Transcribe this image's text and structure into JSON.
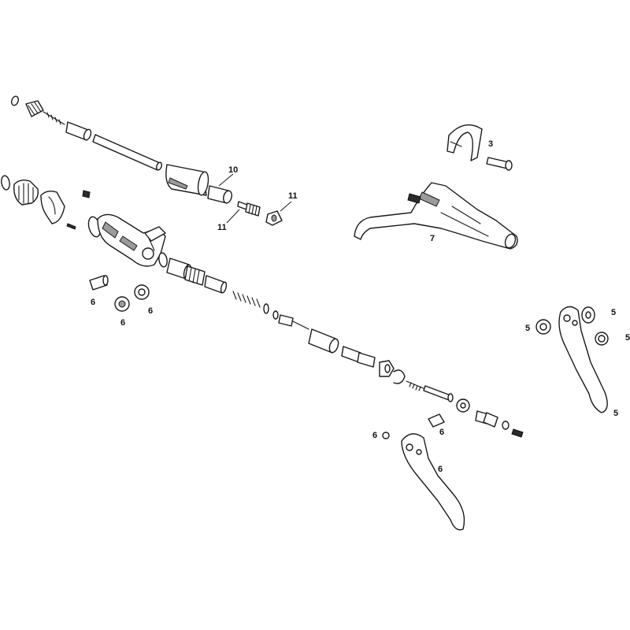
{
  "callouts": {
    "c3": "3",
    "c5a": "5",
    "c5b": "5",
    "c5c": "5",
    "c5d": "5",
    "c6a": "6",
    "c6b": "6",
    "c6c": "6",
    "c6d": "6",
    "c6e": "6",
    "c6f": "6",
    "c7": "7",
    "c10": "10",
    "c11a": "11",
    "c11b": "11"
  }
}
